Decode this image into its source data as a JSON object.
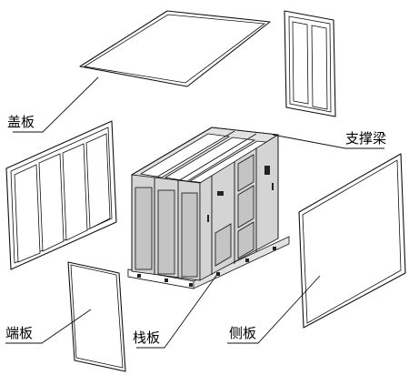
{
  "labels": {
    "cover_plate": "盖板",
    "support_beam": "支撑梁",
    "end_plate": "端板",
    "pallet": "栈板",
    "side_plate": "侧板"
  },
  "colors": {
    "line": "#111111",
    "panel_fill": "#ffffff",
    "cabinet_shade": "#d4d4d4"
  }
}
